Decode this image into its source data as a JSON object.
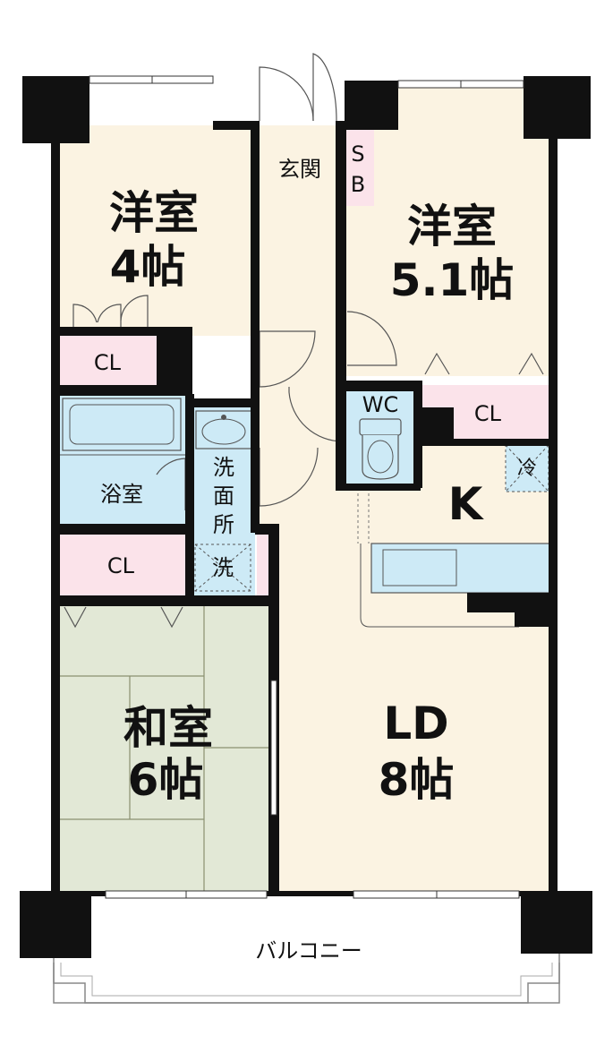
{
  "rooms": {
    "western_4": {
      "name": "洋室",
      "size": "4帖"
    },
    "western_51": {
      "name": "洋室",
      "size": "5.1帖"
    },
    "entrance": {
      "label": "玄関"
    },
    "shoe_box": {
      "line1": "S",
      "line2": "B"
    },
    "wc": {
      "label": "WC"
    },
    "bath": {
      "label": "浴室"
    },
    "washroom": {
      "line1": "洗",
      "line2": "面",
      "line3": "所"
    },
    "washer": {
      "label": "洗"
    },
    "fridge": {
      "label": "冷"
    },
    "kitchen": {
      "label": "K"
    },
    "japanese": {
      "name": "和室",
      "size": "6帖"
    },
    "ld": {
      "name": "LD",
      "size": "8帖"
    },
    "cl_4": {
      "label": "CL"
    },
    "cl_51": {
      "label": "CL"
    },
    "cl_bath": {
      "label": "CL"
    },
    "balcony": {
      "label": "バルコニー"
    }
  },
  "colors": {
    "floor": "#fbf3e2",
    "closet": "#fbe3ea",
    "water": "#cdeaf6",
    "tatami": "#e2e8d6",
    "wall": "#111111",
    "balcony": "#ffffff"
  }
}
